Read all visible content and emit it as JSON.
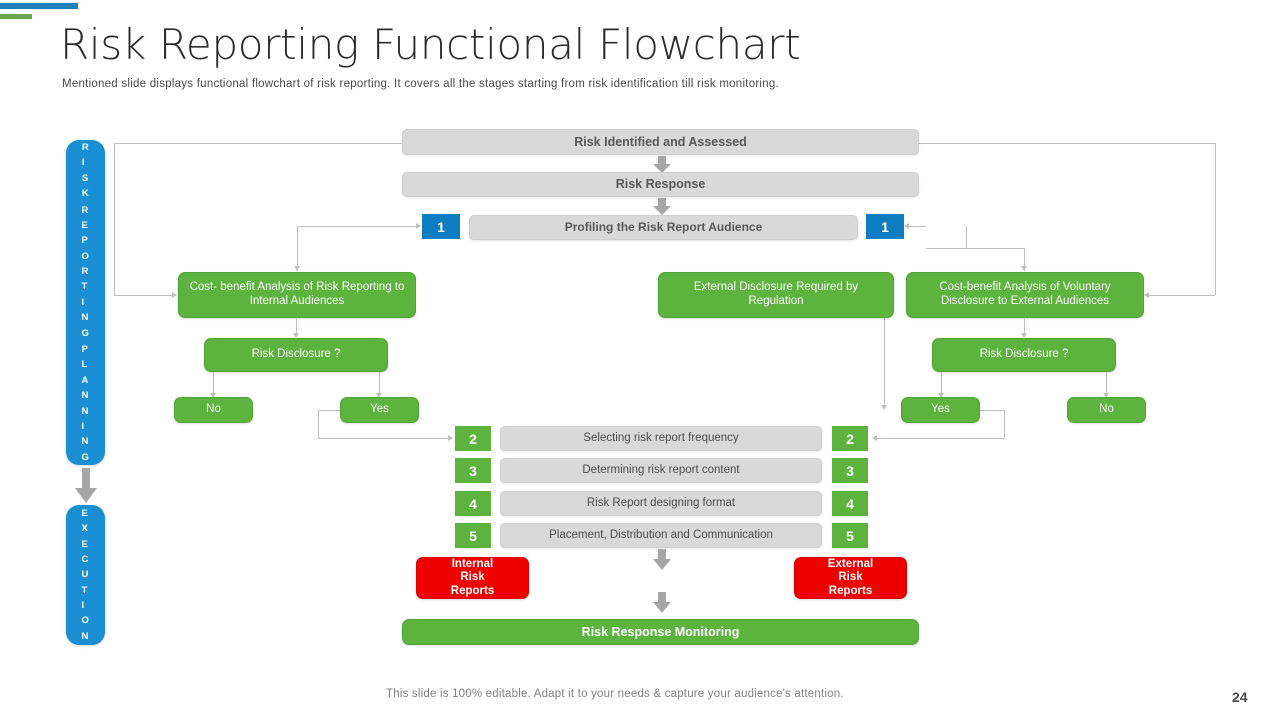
{
  "header": {
    "title": "Risk Reporting Functional Flowchart",
    "subtitle": "Mentioned slide displays functional flowchart of risk reporting. It covers all the stages starting from risk identification till risk monitoring."
  },
  "sidebars": {
    "planning_label": "RISK REPORTING PLANNING",
    "planning_lines": [
      "R",
      "I",
      "S",
      "K",
      "",
      "R",
      "E",
      "P",
      "O",
      "R",
      "T",
      "I",
      "N",
      "G",
      "",
      "P",
      "L",
      "A",
      "N",
      "N",
      "I",
      "N",
      "G"
    ],
    "execution_label": "EXECUTION",
    "execution_lines": [
      "E",
      "X",
      "E",
      "C",
      "U",
      "T",
      "I",
      "O",
      "N"
    ]
  },
  "flow": {
    "risk_identified": "Risk Identified and Assessed",
    "risk_response": "Risk Response",
    "profiling": "Profiling the Risk Report Audience",
    "badge_left_1": "1",
    "badge_right_1": "1",
    "cost_benefit_internal": "Cost- benefit Analysis of Risk Reporting to Internal Audiences",
    "external_disclosure": "External Disclosure Required by Regulation",
    "cost_benefit_external": "Cost-benefit Analysis of Voluntary Disclosure to External Audiences",
    "risk_disclosure_left": "Risk Disclosure ?",
    "risk_disclosure_right": "Risk Disclosure ?",
    "decision_left_no": "No",
    "decision_left_yes": "Yes",
    "decision_right_yes": "Yes",
    "decision_right_no": "No",
    "steps": [
      {
        "number": "2",
        "label": "Selecting risk report frequency"
      },
      {
        "number": "3",
        "label": "Determining risk report content"
      },
      {
        "number": "4",
        "label": "Risk Report designing format"
      },
      {
        "number": "5",
        "label": "Placement, Distribution and Communication"
      }
    ],
    "internal_reports": "Internal Risk Reports",
    "internal_reports_lines": [
      "Internal",
      "Risk",
      "Reports"
    ],
    "external_reports": "External Risk Reports",
    "external_reports_lines": [
      "External",
      "Risk",
      "Reports"
    ],
    "monitoring": "Risk Response Monitoring"
  },
  "footer": {
    "note": "This slide is 100% editable. Adapt it to your needs & capture your audience's attention.",
    "page_number": "24"
  },
  "colors": {
    "accent_blue": "#1b8fd4",
    "badge_blue": "#0d7cc0",
    "green": "#5cb33e",
    "red": "#ee0000",
    "gray_box": "#d9d9d9",
    "connector": "#bfbfbf"
  }
}
